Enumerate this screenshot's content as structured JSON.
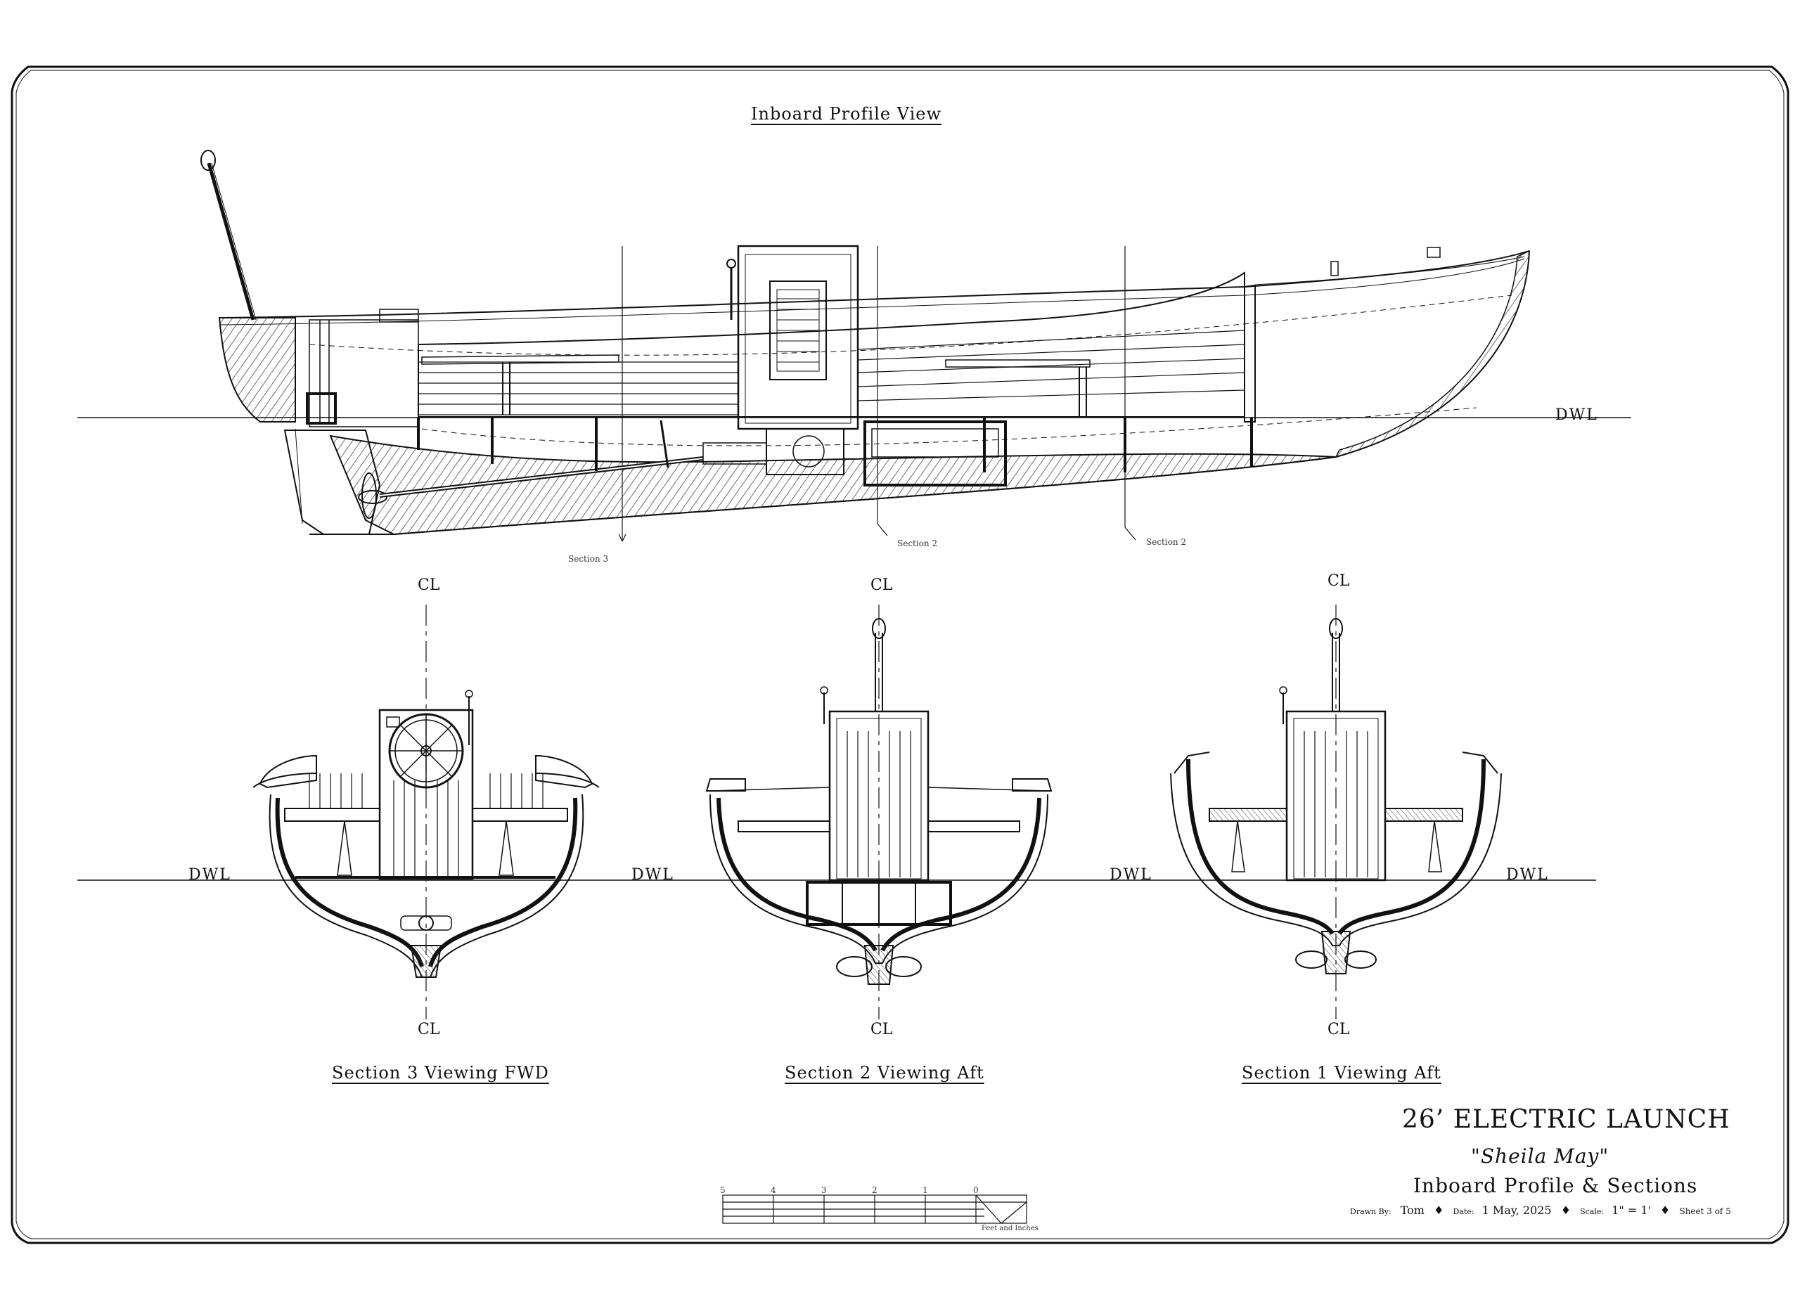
{
  "views": {
    "profile_title": "Inboard Profile View",
    "section3_title": "Section 3 Viewing FWD",
    "section2_title": "Section 2 Viewing Aft",
    "section1_title": "Section  1 Viewing Aft"
  },
  "markers": {
    "dwl": "DWL",
    "centerline": "CL",
    "section3": "Section 3",
    "section2": "Section 2",
    "section2b": "Section 2"
  },
  "title_block": {
    "boat_name": "26’ ELECTRIC LAUNCH",
    "boat_subtitle": "\"Sheila May\"",
    "sheet_title": "Inboard Profile & Sections",
    "drawn_by_label": "Drawn By:",
    "drawn_by": "Tom",
    "date_label": "Date:",
    "date": "1 May, 2025",
    "scale_label": "Scale:",
    "scale": "1\" = 1'",
    "sheet": "Sheet 3 of 5"
  },
  "scale_bar": {
    "ticks": [
      "5",
      "4",
      "3",
      "2",
      "1",
      "0"
    ],
    "caption": "Feet and Inches"
  }
}
